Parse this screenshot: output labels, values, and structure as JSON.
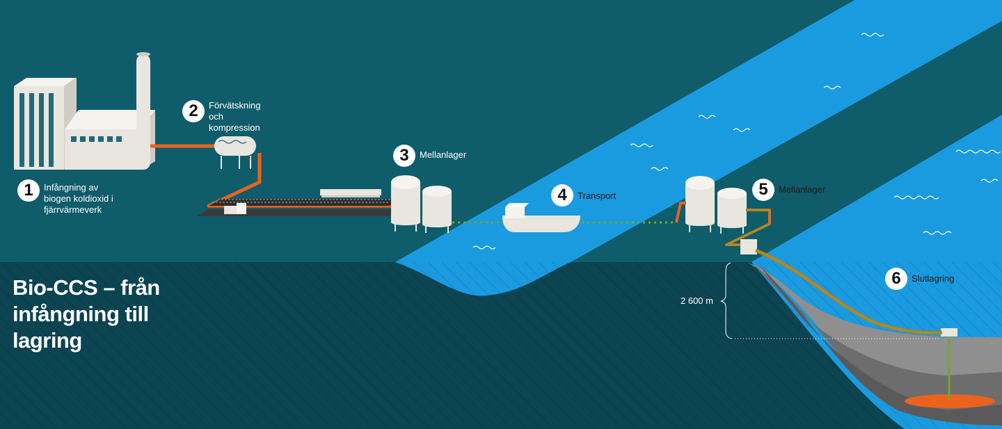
{
  "title": "Bio-CCS – från infångning till lagring",
  "steps": [
    {
      "number": "1",
      "label": "Infångning av biogen koldioxid i fjärrvärmeverk"
    },
    {
      "number": "2",
      "label": "Förvätskning och kompression"
    },
    {
      "number": "3",
      "label": "Mellanlager"
    },
    {
      "number": "4",
      "label": "Transport"
    },
    {
      "number": "5",
      "label": "Mellanlager"
    },
    {
      "number": "6",
      "label": "Slutlagring"
    }
  ],
  "depth_label": "2 600 m",
  "colors": {
    "background": "#0f5c6b",
    "underground": "#0d4452",
    "sea": "#1a9be0",
    "pipe": "#e8641e",
    "pipe_green": "#7aa52a",
    "structures": "#e8e6df"
  }
}
